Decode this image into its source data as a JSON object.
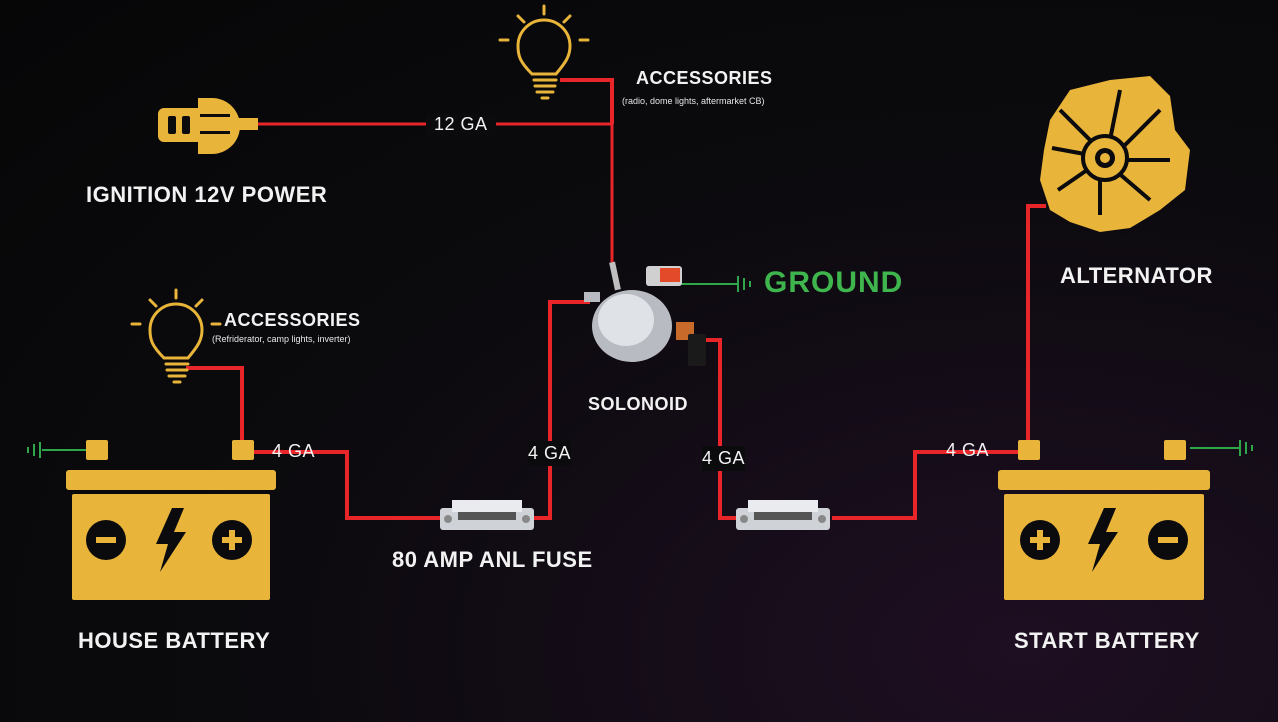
{
  "labels": {
    "ignition": "IGNITION 12V POWER",
    "accessories_top": "ACCESSORIES",
    "accessories_top_sub": "(radio, dome lights, aftermarket CB)",
    "accessories_left": "ACCESSORIES",
    "accessories_left_sub": "(Refriderator, camp lights, inverter)",
    "ground": "GROUND",
    "solenoid": "SOLONOID",
    "alternator": "ALTERNATOR",
    "fuse": "80 AMP ANL FUSE",
    "house_battery": "HOUSE BATTERY",
    "start_battery": "START BATTERY",
    "ga_12": "12 GA",
    "ga_4_house": "4 GA",
    "ga_4_fuse": "4 GA",
    "ga_4_sol": "4 GA",
    "ga_4_start": "4 GA"
  },
  "colors": {
    "background": "#0b0a0d",
    "wire": "#e8262a",
    "ground_wire": "#2fa64a",
    "ground_text": "#3fb54e",
    "icon": "#e8b53a",
    "text": "#f2f2f2"
  },
  "icons": [
    "ignition-key-icon",
    "bulb-icon",
    "battery-icon",
    "alternator-icon",
    "solenoid-icon",
    "fuse-icon",
    "ground-symbol-icon"
  ]
}
